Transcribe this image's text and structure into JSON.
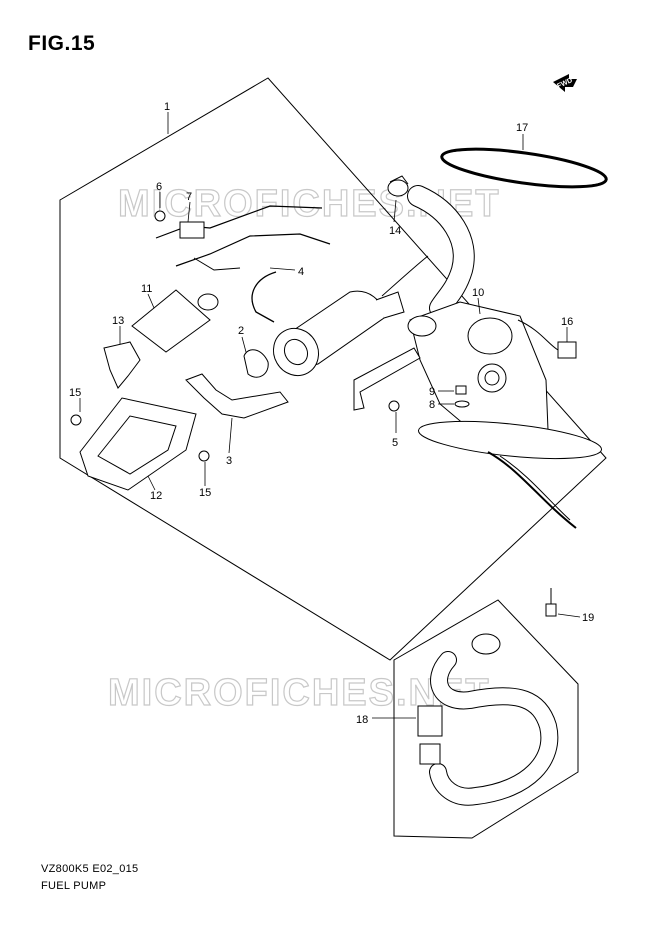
{
  "figure": {
    "title": "FIG.15"
  },
  "direction_badge": {
    "label": "FWD"
  },
  "watermark": {
    "text": "MICROFICHES.NET"
  },
  "callouts": [
    {
      "id": "c1",
      "label": "1"
    },
    {
      "id": "c2",
      "label": "2"
    },
    {
      "id": "c3",
      "label": "3"
    },
    {
      "id": "c4",
      "label": "4"
    },
    {
      "id": "c5",
      "label": "5"
    },
    {
      "id": "c6",
      "label": "6"
    },
    {
      "id": "c7",
      "label": "7"
    },
    {
      "id": "c8",
      "label": "8"
    },
    {
      "id": "c9",
      "label": "9"
    },
    {
      "id": "c10",
      "label": "10"
    },
    {
      "id": "c11",
      "label": "11"
    },
    {
      "id": "c12",
      "label": "12"
    },
    {
      "id": "c13",
      "label": "13"
    },
    {
      "id": "c14",
      "label": "14"
    },
    {
      "id": "c15a",
      "label": "15"
    },
    {
      "id": "c15b",
      "label": "15"
    },
    {
      "id": "c16",
      "label": "16"
    },
    {
      "id": "c17",
      "label": "17"
    },
    {
      "id": "c18",
      "label": "18"
    },
    {
      "id": "c19",
      "label": "19"
    }
  ],
  "footer": {
    "code": "VZ800K5 E02_015",
    "caption": "FUEL PUMP"
  }
}
